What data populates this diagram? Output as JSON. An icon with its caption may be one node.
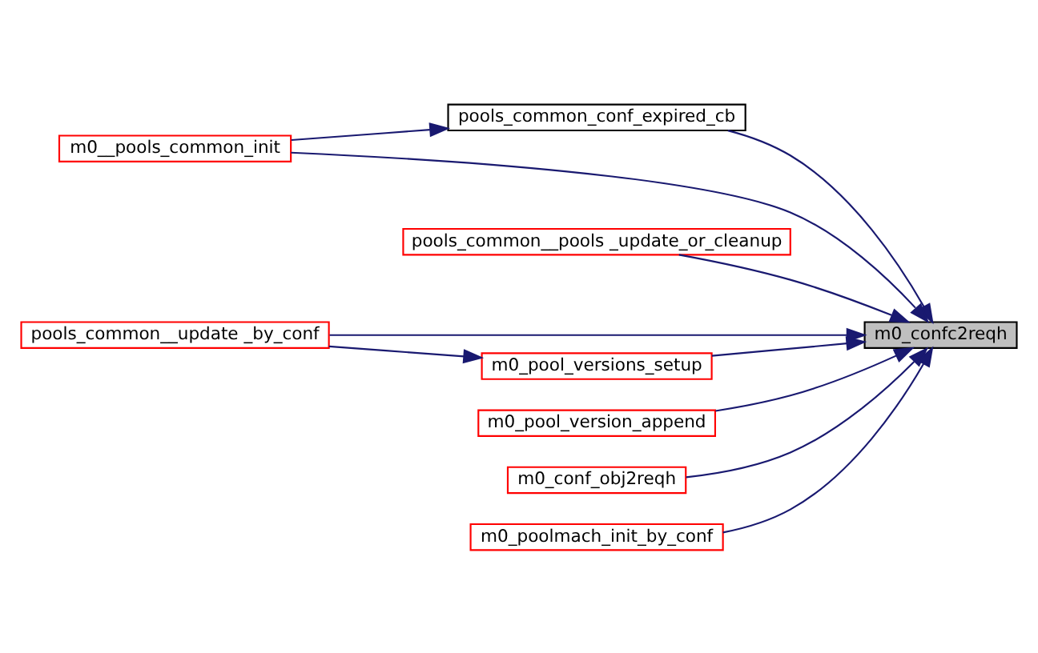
{
  "diagram": {
    "nodes": [
      {
        "text": [
          "m0_confc2reqh"
        ]
      },
      {
        "text": [
          "pools_common_conf_expired_cb"
        ]
      },
      {
        "text": [
          "m0__pools_common_init"
        ]
      },
      {
        "text": [
          "pools_common__pools _update_or_cleanup"
        ]
      },
      {
        "text": [
          "pools_common__update _by_conf"
        ]
      },
      {
        "text": [
          "m0_pool_versions_setup"
        ]
      },
      {
        "text": [
          "m0_pool_version_append"
        ]
      },
      {
        "text": [
          "m0_conf_obj2reqh"
        ]
      },
      {
        "text": [
          "m0_poolmach_init_by_conf"
        ]
      }
    ],
    "edges": [
      {
        "from": 1,
        "to": 0,
        "arrow": "to"
      },
      {
        "from": 2,
        "to": 0,
        "arrow": "to"
      },
      {
        "from": 3,
        "to": 0,
        "arrow": "to"
      },
      {
        "from": 4,
        "to": 0,
        "arrow": "to"
      },
      {
        "from": 5,
        "to": 0,
        "arrow": "to"
      },
      {
        "from": 6,
        "to": 0,
        "arrow": "to"
      },
      {
        "from": 7,
        "to": 0,
        "arrow": "to"
      },
      {
        "from": 8,
        "to": 0,
        "arrow": "to"
      },
      {
        "from": 2,
        "to": 1,
        "arrow": "to"
      },
      {
        "from": 4,
        "to": 5,
        "arrow": "to"
      }
    ]
  }
}
